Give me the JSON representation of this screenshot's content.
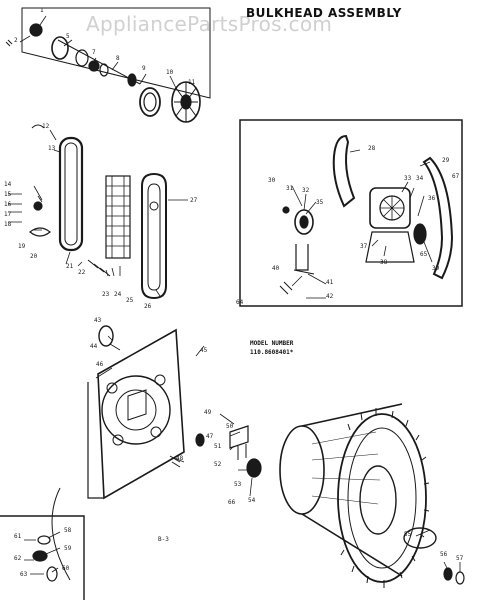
{
  "header": {
    "title": "BULKHEAD ASSEMBLY",
    "watermark": "AppliancePartsPros.com"
  },
  "model_info": {
    "line1": "MODEL NUMBER",
    "line2": "110.8608401*"
  },
  "figure_ref": "B-3",
  "colors": {
    "ink": "#1a1a1a",
    "paper": "#ffffff"
  },
  "callouts": {
    "c1": "1",
    "c2": "2",
    "c3": "5",
    "c4": "7",
    "c5": "8",
    "c6": "9",
    "c7": "10",
    "c8": "11",
    "c9": "12",
    "c10": "13",
    "c11": "14",
    "c12": "15",
    "c13": "16",
    "c14": "17",
    "c15": "18",
    "c16": "19",
    "c17": "20",
    "c18": "21",
    "c19": "22",
    "c20": "23",
    "c21": "24",
    "c22": "25",
    "c23": "26",
    "c24": "27",
    "c25": "28",
    "c26": "29",
    "c27": "30",
    "c28": "31",
    "c29": "32",
    "c30": "33",
    "c31": "34",
    "c32": "35",
    "c33": "36",
    "c34": "37",
    "c35": "38",
    "c36": "39",
    "c37": "40",
    "c38": "41",
    "c39": "42",
    "c40": "43",
    "c41": "44",
    "c42": "45",
    "c43": "46",
    "c44": "47",
    "c45": "48",
    "c46": "49",
    "c47": "50",
    "c48": "51",
    "c49": "52",
    "c50": "53",
    "c51": "54",
    "c52": "55",
    "c53": "56",
    "c54": "57",
    "c55": "58",
    "c56": "59",
    "c57": "60",
    "c58": "61",
    "c59": "62",
    "c60": "63",
    "c61": "64",
    "c62": "65",
    "c63": "66",
    "c64": "67"
  }
}
